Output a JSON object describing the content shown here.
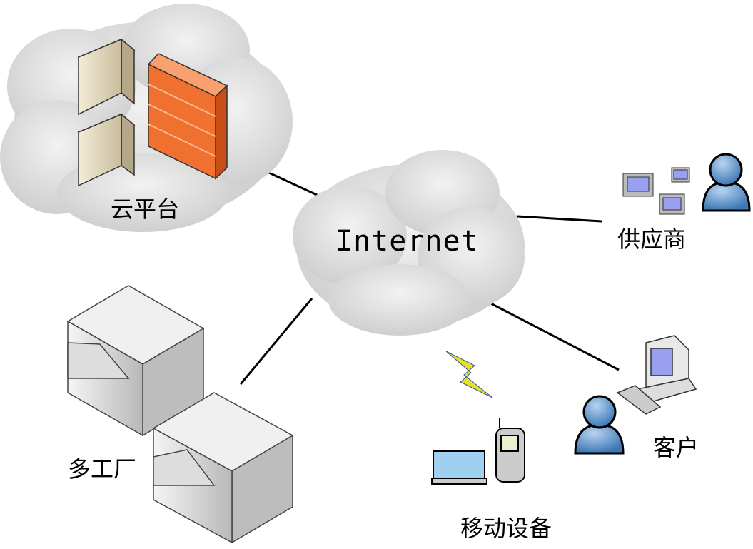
{
  "nodes": {
    "internet": "Internet",
    "cloud_platform": "云平台",
    "supplier": "供应商",
    "factories": "多工厂",
    "mobile": "移动设备",
    "customer": "客户"
  },
  "colors": {
    "cloud": "#d9d9d9",
    "firewall": "#f07030",
    "user": "#4a86c0",
    "line": "#000000"
  }
}
